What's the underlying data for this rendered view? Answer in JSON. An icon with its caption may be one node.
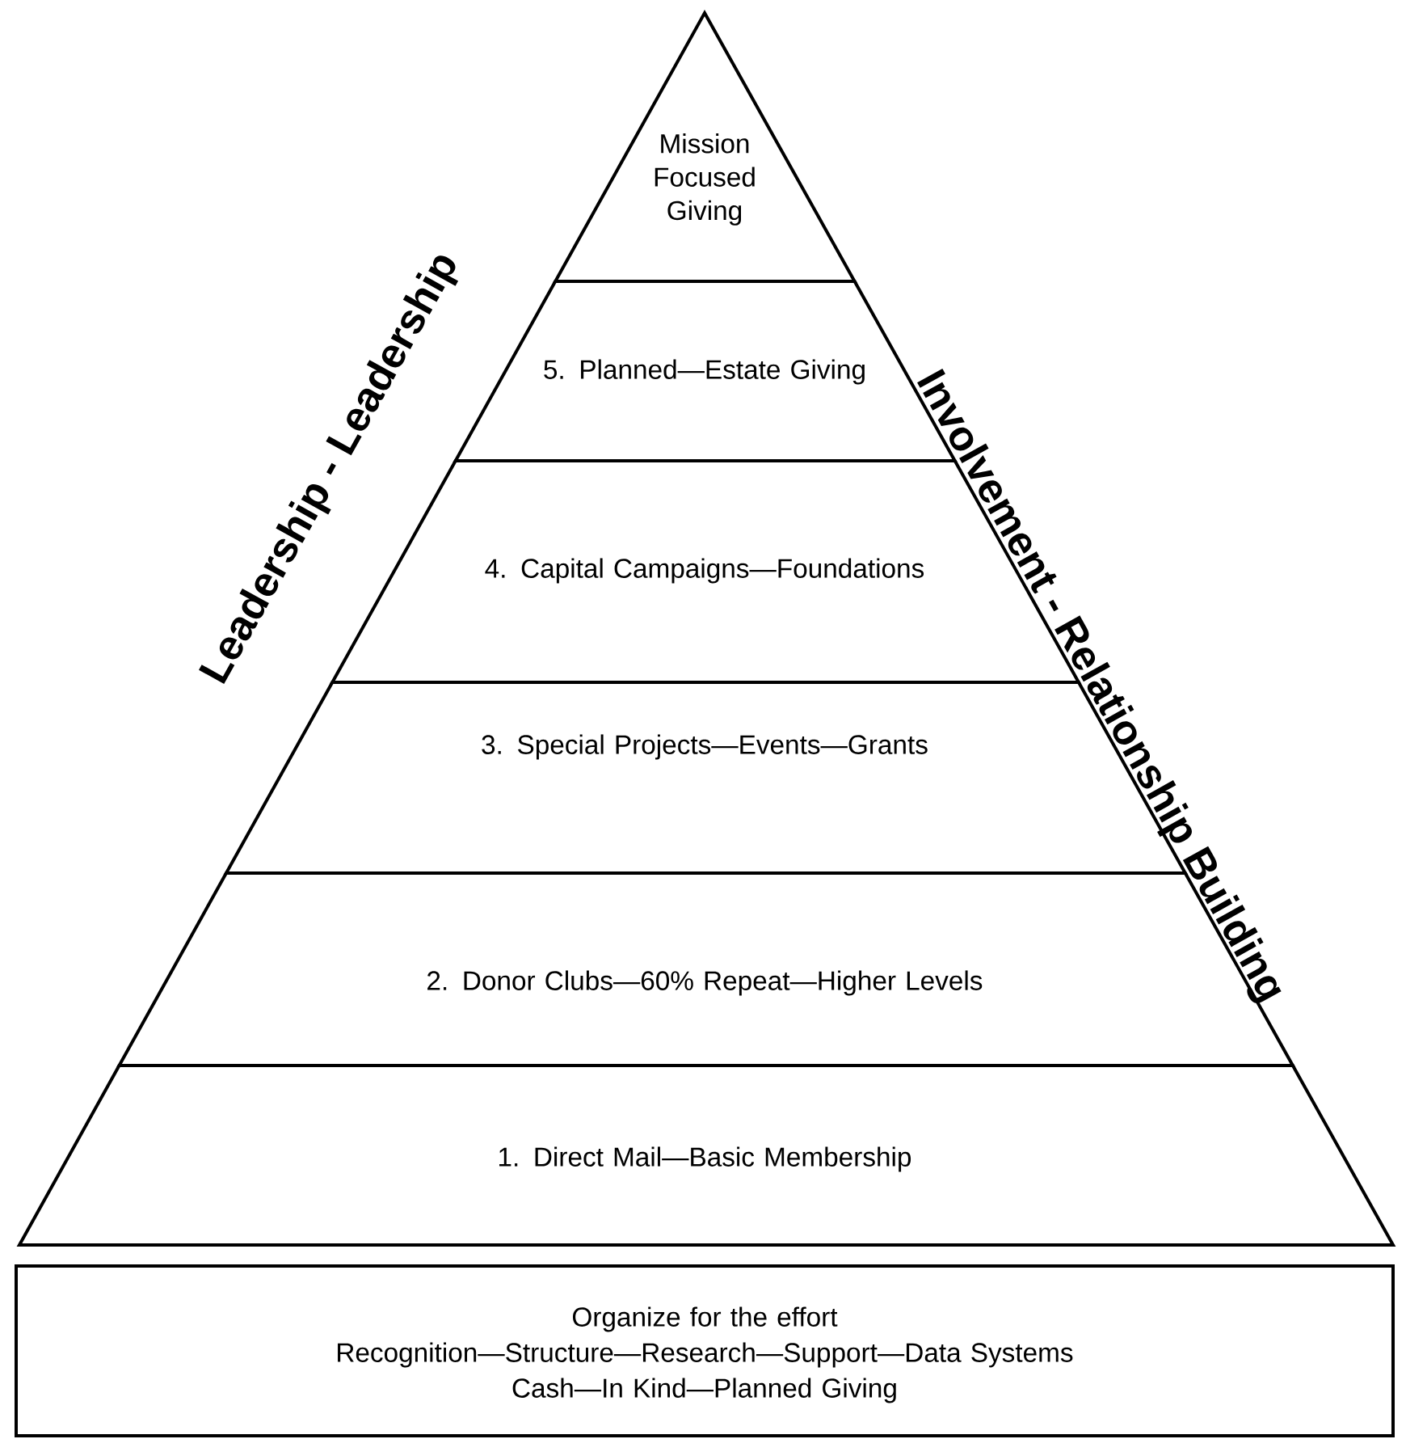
{
  "diagram": {
    "nodes": [
      {
        "text": [
          "Mission Focused Giving"
        ]
      },
      {
        "text": [
          "5. Planned—Estate Giving"
        ]
      },
      {
        "text": [
          "4. Capital Campaigns—Foundations"
        ]
      },
      {
        "text": [
          "3. Special Projects—Events—Grants"
        ]
      },
      {
        "text": [
          "2. Donor Clubs—60% Repeat—Higher Levels"
        ]
      },
      {
        "text": [
          "1. Direct Mail—Basic Membership"
        ]
      },
      {
        "text": [
          "Organize for the effort",
          "Recognition—Structure—Research—Support—Data Systems",
          "Cash—In Kind—Planned Giving"
        ]
      }
    ],
    "labels": [
      "Leadership - Leadership",
      "Involvement - Relationship Building"
    ]
  }
}
